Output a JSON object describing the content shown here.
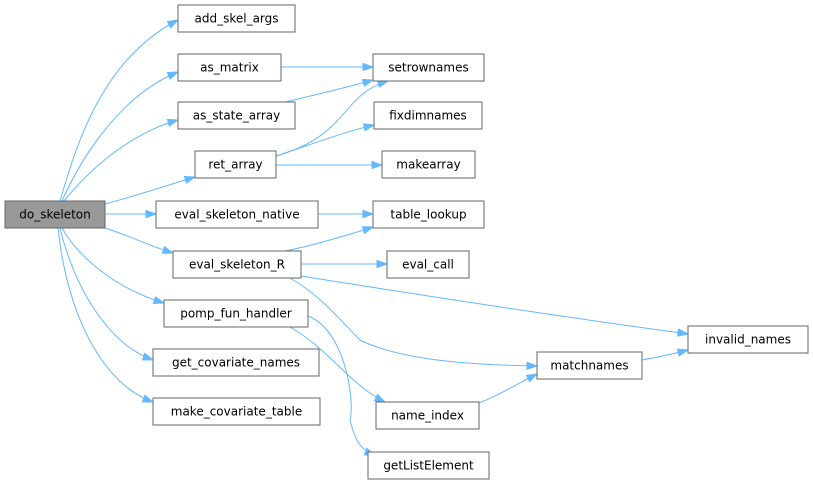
{
  "graph": {
    "root": "do_skeleton",
    "colors": {
      "edge": "#63b8ff",
      "node_border": "#666666",
      "root_fill": "#999999",
      "node_fill": "#ffffff"
    },
    "nodes": [
      {
        "id": "do_skeleton",
        "label": "do_skeleton"
      },
      {
        "id": "add_skel_args",
        "label": "add_skel_args"
      },
      {
        "id": "as_matrix",
        "label": "as_matrix"
      },
      {
        "id": "as_state_array",
        "label": "as_state_array"
      },
      {
        "id": "ret_array",
        "label": "ret_array"
      },
      {
        "id": "eval_skeleton_native",
        "label": "eval_skeleton_native"
      },
      {
        "id": "eval_skeleton_R",
        "label": "eval_skeleton_R"
      },
      {
        "id": "pomp_fun_handler",
        "label": "pomp_fun_handler"
      },
      {
        "id": "get_covariate_names",
        "label": "get_covariate_names"
      },
      {
        "id": "make_covariate_table",
        "label": "make_covariate_table"
      },
      {
        "id": "setrownames",
        "label": "setrownames"
      },
      {
        "id": "fixdimnames",
        "label": "fixdimnames"
      },
      {
        "id": "makearray",
        "label": "makearray"
      },
      {
        "id": "table_lookup",
        "label": "table_lookup"
      },
      {
        "id": "eval_call",
        "label": "eval_call"
      },
      {
        "id": "invalid_names",
        "label": "invalid_names"
      },
      {
        "id": "matchnames",
        "label": "matchnames"
      },
      {
        "id": "name_index",
        "label": "name_index"
      },
      {
        "id": "getListElement",
        "label": "getListElement"
      }
    ],
    "edges": [
      {
        "from": "do_skeleton",
        "to": "add_skel_args"
      },
      {
        "from": "do_skeleton",
        "to": "as_matrix"
      },
      {
        "from": "do_skeleton",
        "to": "as_state_array"
      },
      {
        "from": "do_skeleton",
        "to": "ret_array"
      },
      {
        "from": "do_skeleton",
        "to": "eval_skeleton_native"
      },
      {
        "from": "do_skeleton",
        "to": "eval_skeleton_R"
      },
      {
        "from": "do_skeleton",
        "to": "pomp_fun_handler"
      },
      {
        "from": "do_skeleton",
        "to": "get_covariate_names"
      },
      {
        "from": "do_skeleton",
        "to": "make_covariate_table"
      },
      {
        "from": "as_matrix",
        "to": "setrownames"
      },
      {
        "from": "as_state_array",
        "to": "setrownames"
      },
      {
        "from": "ret_array",
        "to": "setrownames"
      },
      {
        "from": "ret_array",
        "to": "fixdimnames"
      },
      {
        "from": "ret_array",
        "to": "makearray"
      },
      {
        "from": "eval_skeleton_native",
        "to": "table_lookup"
      },
      {
        "from": "eval_skeleton_R",
        "to": "table_lookup"
      },
      {
        "from": "eval_skeleton_R",
        "to": "eval_call"
      },
      {
        "from": "eval_skeleton_R",
        "to": "invalid_names"
      },
      {
        "from": "eval_skeleton_R",
        "to": "matchnames"
      },
      {
        "from": "pomp_fun_handler",
        "to": "name_index"
      },
      {
        "from": "pomp_fun_handler",
        "to": "getListElement"
      },
      {
        "from": "name_index",
        "to": "matchnames"
      },
      {
        "from": "matchnames",
        "to": "invalid_names"
      }
    ]
  }
}
